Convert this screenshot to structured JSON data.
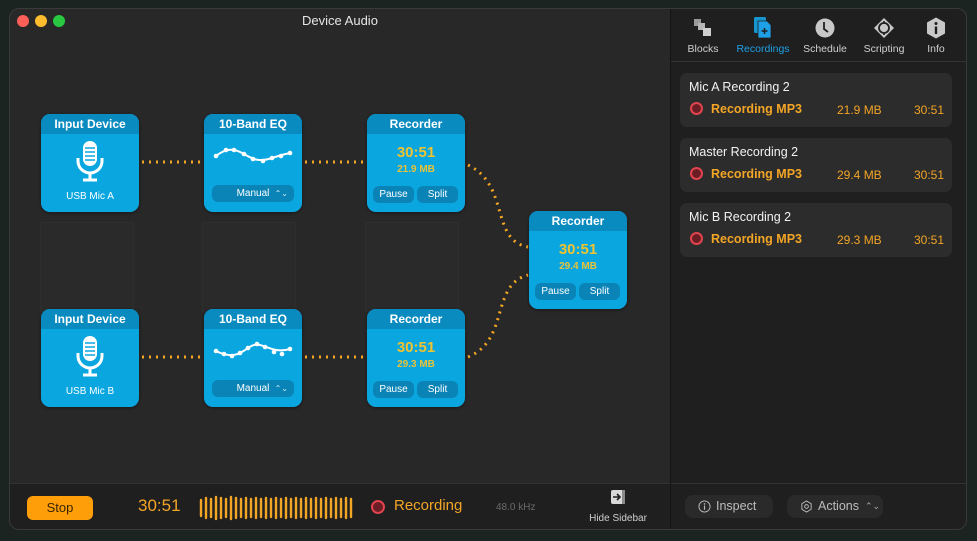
{
  "window": {
    "title": "Device Audio",
    "traffic_lights": [
      "close",
      "minimize",
      "zoom"
    ]
  },
  "canvas": {
    "row_a": {
      "input": {
        "header": "Input Device",
        "device": "USB Mic A",
        "icon": "microphone-icon"
      },
      "eq": {
        "header": "10-Band EQ",
        "preset": "Manual"
      },
      "recorder": {
        "header": "Recorder",
        "time": "30:51",
        "size": "21.9 MB",
        "pause": "Pause",
        "split": "Split"
      }
    },
    "row_b": {
      "input": {
        "header": "Input Device",
        "device": "USB Mic B",
        "icon": "microphone-icon"
      },
      "eq": {
        "header": "10-Band EQ",
        "preset": "Manual"
      },
      "recorder": {
        "header": "Recorder",
        "time": "30:51",
        "size": "29.3 MB",
        "pause": "Pause",
        "split": "Split"
      }
    },
    "master": {
      "header": "Recorder",
      "time": "30:51",
      "size": "29.4 MB",
      "pause": "Pause",
      "split": "Split"
    },
    "colors": {
      "block": "#0aa6e0",
      "block_header": "#0a8bc0",
      "wire": "#f5a623",
      "time": "#f0c330"
    }
  },
  "bottombar": {
    "stop_label": "Stop",
    "elapsed": "30:51",
    "status": "Recording",
    "sample_rate": "48.0 kHz",
    "hide_sidebar": "Hide Sidebar"
  },
  "sidebar": {
    "tabs": [
      {
        "label": "Blocks",
        "icon": "blocks-icon",
        "active": false
      },
      {
        "label": "Recordings",
        "icon": "recordings-icon",
        "active": true
      },
      {
        "label": "Schedule",
        "icon": "clock-icon",
        "active": false
      },
      {
        "label": "Scripting",
        "icon": "scripting-icon",
        "active": false
      },
      {
        "label": "Info",
        "icon": "info-icon",
        "active": false
      }
    ],
    "recordings": [
      {
        "name": "Mic A Recording 2",
        "status": "Recording MP3",
        "size": "21.9 MB",
        "duration": "30:51"
      },
      {
        "name": "Master Recording 2",
        "status": "Recording MP3",
        "size": "29.4 MB",
        "duration": "30:51"
      },
      {
        "name": "Mic B Recording 2",
        "status": "Recording MP3",
        "size": "29.3 MB",
        "duration": "30:51"
      }
    ],
    "footer": {
      "inspect": "Inspect",
      "actions": "Actions"
    }
  }
}
